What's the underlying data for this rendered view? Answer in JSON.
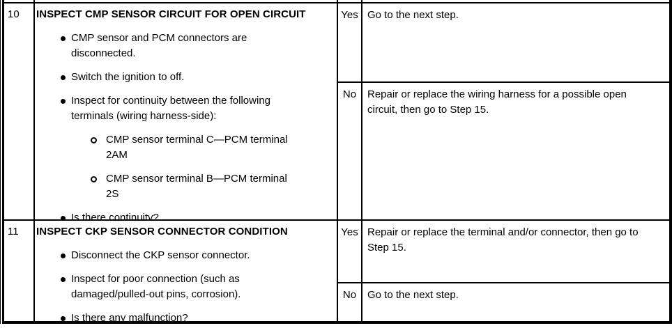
{
  "colors": {
    "border": "#000000",
    "text": "#000000",
    "background": "#ffffff"
  },
  "table": {
    "kind": "diagnostic troubleshooting table",
    "steps": [
      {
        "step_no": "10",
        "title": "INSPECT CMP SENSOR CIRCUIT FOR OPEN CIRCUIT",
        "items": [
          {
            "level": 1,
            "text": "CMP sensor and PCM connectors are\ndisconnected."
          },
          {
            "level": 1,
            "text": "Switch the ignition to off."
          },
          {
            "level": 1,
            "text": "Inspect for continuity between the following\nterminals (wiring harness-side):"
          },
          {
            "level": 2,
            "text": "CMP sensor terminal C—PCM terminal\n2AM"
          },
          {
            "level": 2,
            "text": "CMP sensor terminal B—PCM terminal\n2S"
          },
          {
            "level": 1,
            "text": "Is there continuity?"
          }
        ],
        "outcomes": [
          {
            "label": "Yes",
            "result": "Go to the next step."
          },
          {
            "label": "No",
            "result": "Repair or replace the wiring harness for a possible open\ncircuit, then go to Step 15."
          }
        ]
      },
      {
        "step_no": "11",
        "title": "INSPECT CKP SENSOR CONNECTOR CONDITION",
        "items": [
          {
            "level": 1,
            "text": "Disconnect the CKP sensor connector."
          },
          {
            "level": 1,
            "text": "Inspect for poor connection (such as\ndamaged/pulled-out pins, corrosion)."
          },
          {
            "level": 1,
            "text": "Is there any malfunction?"
          }
        ],
        "outcomes": [
          {
            "label": "Yes",
            "result": "Repair or replace the terminal and/or connector, then go to\nStep 15."
          },
          {
            "label": "No",
            "result": "Go to the next step."
          }
        ]
      }
    ]
  }
}
